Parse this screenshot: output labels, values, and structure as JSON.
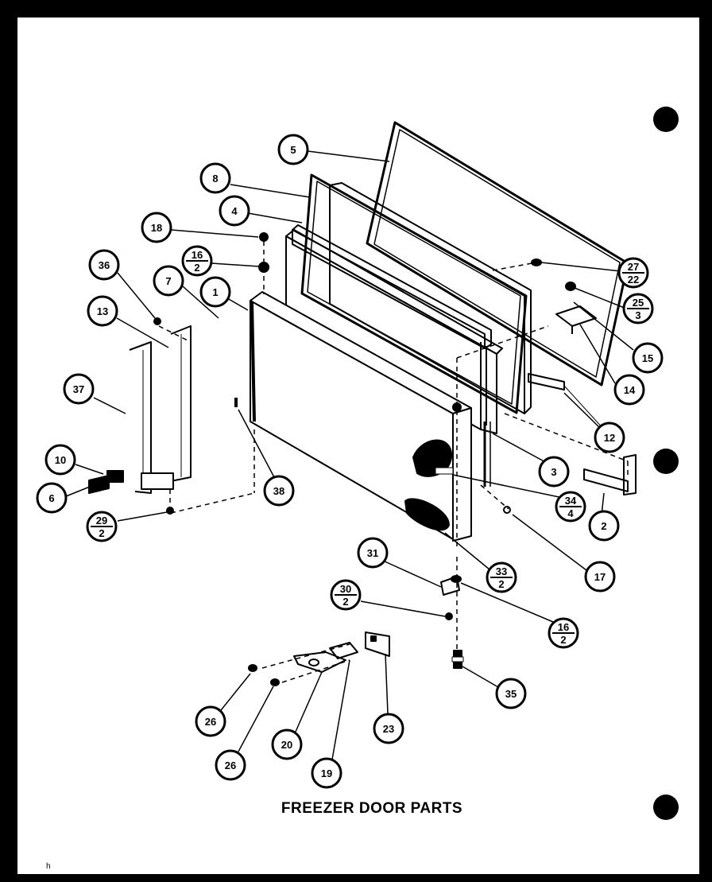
{
  "caption": "FREEZER DOOR PARTS",
  "corner_mark": "h",
  "callouts": [
    {
      "id": "c5",
      "label": "5"
    },
    {
      "id": "c8",
      "label": "8"
    },
    {
      "id": "c4",
      "label": "4"
    },
    {
      "id": "c18",
      "label": "18"
    },
    {
      "id": "c16a",
      "num": "16",
      "den": "2"
    },
    {
      "id": "c36",
      "label": "36"
    },
    {
      "id": "c7",
      "label": "7"
    },
    {
      "id": "c1",
      "label": "1"
    },
    {
      "id": "c13",
      "label": "13"
    },
    {
      "id": "c37",
      "label": "37"
    },
    {
      "id": "c10",
      "label": "10"
    },
    {
      "id": "c6",
      "label": "6"
    },
    {
      "id": "c29",
      "num": "29",
      "den": "2"
    },
    {
      "id": "c38",
      "label": "38"
    },
    {
      "id": "c27",
      "num": "27",
      "den": "22"
    },
    {
      "id": "c25",
      "num": "25",
      "den": "3"
    },
    {
      "id": "c15",
      "label": "15"
    },
    {
      "id": "c14",
      "label": "14"
    },
    {
      "id": "c12",
      "label": "12"
    },
    {
      "id": "c3",
      "label": "3"
    },
    {
      "id": "c34",
      "num": "34",
      "den": "4"
    },
    {
      "id": "c2",
      "label": "2"
    },
    {
      "id": "c17",
      "label": "17"
    },
    {
      "id": "c31",
      "label": "31"
    },
    {
      "id": "c33",
      "num": "33",
      "den": "2"
    },
    {
      "id": "c30",
      "num": "30",
      "den": "2"
    },
    {
      "id": "c16b",
      "num": "16",
      "den": "2"
    },
    {
      "id": "c35",
      "label": "35"
    },
    {
      "id": "c26a",
      "label": "26"
    },
    {
      "id": "c26b",
      "label": "26"
    },
    {
      "id": "c20",
      "label": "20"
    },
    {
      "id": "c19",
      "label": "19"
    },
    {
      "id": "c23",
      "label": "23"
    }
  ]
}
